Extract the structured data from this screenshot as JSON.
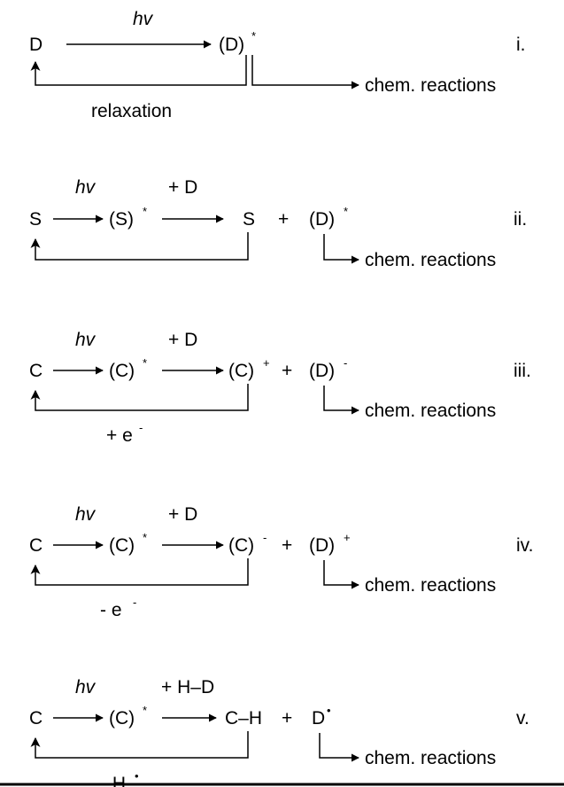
{
  "colors": {
    "ink": "#000000",
    "background": "#ffffff"
  },
  "schemes": [
    {
      "roman": "i.",
      "hv": "hv",
      "d": "D",
      "d_excited": "(D)",
      "star": "*",
      "relaxation": "relaxation",
      "chem": "chem. reactions"
    },
    {
      "roman": "ii.",
      "hv": "hv",
      "reagent": "+ D",
      "start": "S",
      "excited": "(S)",
      "star": "*",
      "product": "S",
      "plus": "+",
      "partner": "(D)",
      "partner_sup": "*",
      "chem": "chem. reactions"
    },
    {
      "roman": "iii.",
      "hv": "hv",
      "reagent": "+ D",
      "start": "C",
      "excited": "(C)",
      "star": "*",
      "product": "(C)",
      "product_sup": "+",
      "plus": "+",
      "partner": "(D)",
      "partner_sup": "-",
      "return_label": "+ e",
      "return_sup": "-",
      "chem": "chem. reactions"
    },
    {
      "roman": "iv.",
      "hv": "hv",
      "reagent": "+ D",
      "start": "C",
      "excited": "(C)",
      "star": "*",
      "product": "(C)",
      "product_sup": "-",
      "plus": "+",
      "partner": "(D)",
      "partner_sup": "+",
      "return_label": "- e",
      "return_sup": "-",
      "chem": "chem. reactions"
    },
    {
      "roman": "v.",
      "hv": "hv",
      "reagent": "+ H–D",
      "start": "C",
      "excited": "(C)",
      "star": "*",
      "product": "C–H",
      "plus": "+",
      "partner": "D",
      "partner_sup": "•",
      "return_label": "- H",
      "return_sup": "•",
      "chem": "chem. reactions"
    }
  ]
}
